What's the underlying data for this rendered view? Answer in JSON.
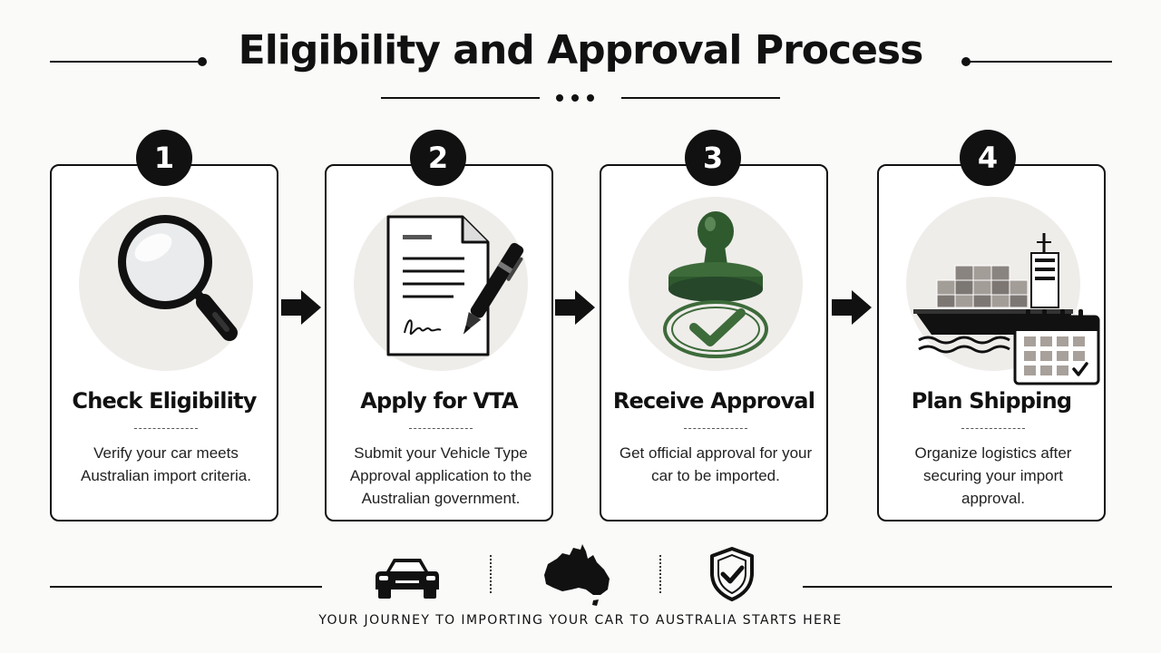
{
  "header": {
    "title": "Eligibility and Approval Process"
  },
  "steps": [
    {
      "number": "1",
      "title": "Check Eligibility",
      "description": "Verify your car meets Australian import criteria.",
      "icon": "magnifying-glass-icon"
    },
    {
      "number": "2",
      "title": "Apply for VTA",
      "description": "Submit your Vehicle Type Approval application to the Australian government.",
      "icon": "document-pen-icon"
    },
    {
      "number": "3",
      "title": "Receive Approval",
      "description": "Get official approval for your car to be imported.",
      "icon": "approval-stamp-icon"
    },
    {
      "number": "4",
      "title": "Plan Shipping",
      "description": "Organize logistics after securing your import approval.",
      "icon": "cargo-ship-calendar-icon"
    }
  ],
  "footer": {
    "icons": [
      "car-icon",
      "australia-map-icon",
      "shield-check-icon"
    ],
    "tagline": "YOUR JOURNEY TO IMPORTING YOUR CAR TO AUSTRALIA STARTS HERE"
  },
  "colors": {
    "ink": "#111111",
    "stamp_green": "#3d6b3a",
    "icon_circle": "#efedea",
    "background": "#fafaf9"
  }
}
